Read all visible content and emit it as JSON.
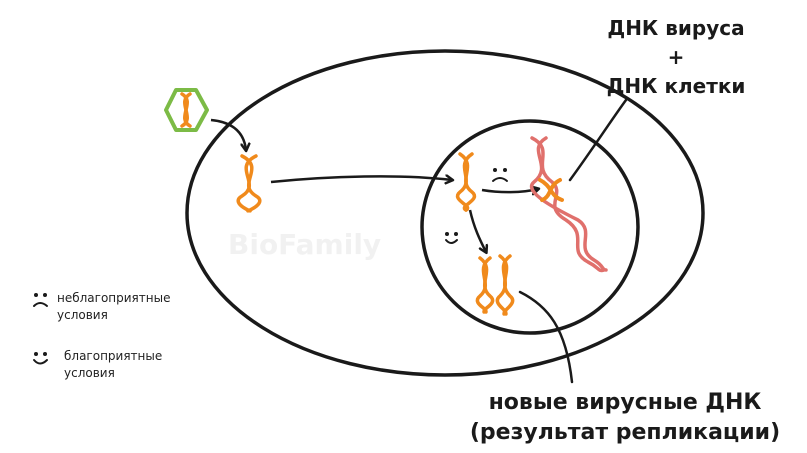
{
  "labels": {
    "virus_dna_line1": "ДНК вируса",
    "plus": "+",
    "virus_dna_line2": "ДНК клетки",
    "new_dna_line1": "новые вирусные ДНК",
    "new_dna_line2": "(результат репликации)"
  },
  "legend": {
    "bad_line1": "неблагоприятные",
    "bad_line2": "условия",
    "good_line1": "благоприятные",
    "good_line2": "условия"
  },
  "watermark": "BioFamily",
  "colors": {
    "outline": "#1a1a1a",
    "virus_dna": "#f08a1c",
    "cell_dna": "#e0706c",
    "capsid": "#7cbb46"
  },
  "icons": {
    "sad": "sad-face-icon",
    "happy": "happy-face-icon"
  }
}
